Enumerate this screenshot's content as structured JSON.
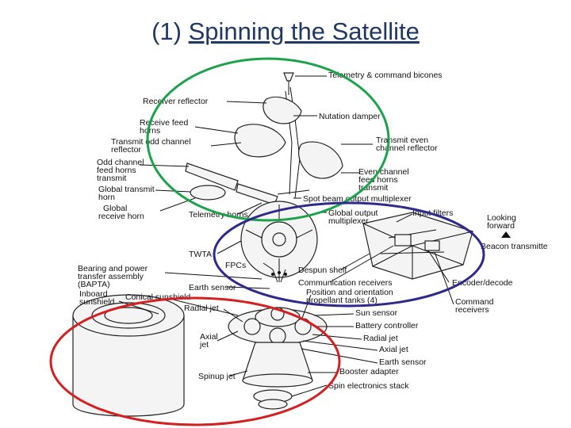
{
  "slide": {
    "title_number": "(1)",
    "title_text": "Spinning the Satellite"
  },
  "labels": {
    "telemetry_biconics": "Telemetry & command bicones",
    "receiver_reflector": "Receiver reflector",
    "nutation_damper": "Nutation damper",
    "receive_feed_1": "Receive feed",
    "receive_feed_2": "horns",
    "transmit_odd_1": "Transmit odd channel",
    "transmit_odd_2": "reflector",
    "transmit_even_1": "Transmit even",
    "transmit_even_2": "channel reflector",
    "odd_feed_1": "Odd channel",
    "odd_feed_2": "feed horns",
    "odd_feed_3": "transmit",
    "global_transmit_1": "Global transmit",
    "global_transmit_2": "horn",
    "even_feed_1": "Even channel",
    "even_feed_2": "feed horns",
    "even_feed_3": "transmit",
    "spot_beam": "Spot beam output multiplexer",
    "global_receive_1": "Global",
    "global_receive_2": "receive horn",
    "telemetry_horns": "Telemetry horns",
    "global_output_1": "Global output",
    "global_output_2": "multiplexer",
    "input_filters": "Input filters",
    "looking_1": "Looking",
    "looking_2": "forward",
    "beacon": "Beacon transmitte",
    "twta": "TWTA",
    "fpcs": "FPCs",
    "despun_shelf": "Despun shelf",
    "bapta_1": "Bearing and power",
    "bapta_2": "transfer assembly",
    "bapta_3": "(BAPTA)",
    "earth_sensor_top": "Earth sensor",
    "comm_receivers": "Communication receivers",
    "encoder": "Encoder/decode",
    "inboard_1": "Inboard",
    "inboard_2": "sunshield",
    "conical": "Conical sunshield",
    "position_1": "Position and orientation",
    "position_2": "propellant tanks (4)",
    "command_1": "Command",
    "command_2": "receivers",
    "radial_jet_left": "Radial jet",
    "sun_sensor": "Sun sensor",
    "battery": "Battery controller",
    "radial_jet_right": "Radial jet",
    "axial_1": "Axial",
    "axial_2": "jet",
    "axial_jet_right": "Axial jet",
    "earth_sensor_bottom": "Earth sensor",
    "booster": "Booster adapter",
    "spinup": "Spinup jet",
    "spin_electronics": "Spin electronics stack"
  },
  "highlight_colors": {
    "antenna_ellipse": "#1aa34a",
    "despun_ellipse": "#2e2a8c",
    "spinning_ellipse": "#d42020",
    "title": "#1f3864"
  }
}
